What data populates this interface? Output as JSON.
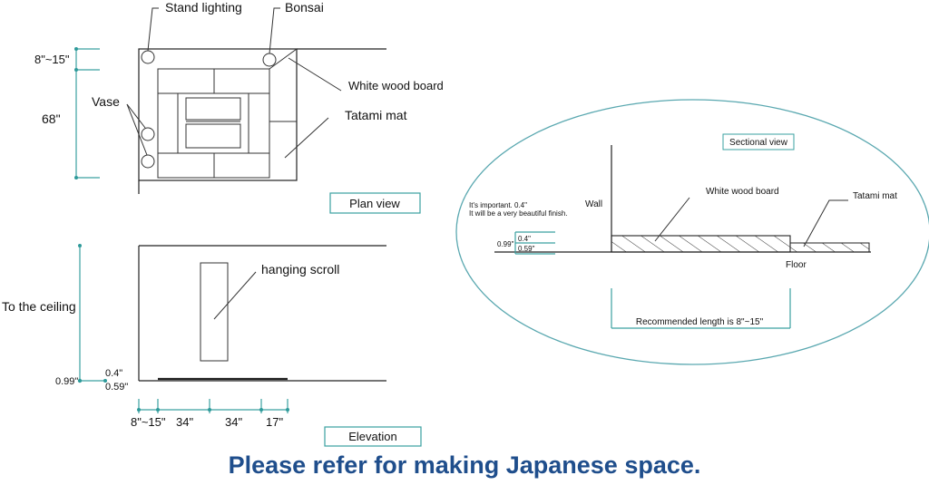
{
  "plan": {
    "stand_lighting": "Stand lighting",
    "bonsai": "Bonsai",
    "vase": "Vase",
    "white_wood_board": "White wood board",
    "tatami_mat": "Tatami mat",
    "dim_top": "8\"~15\"",
    "dim_side": "68\"",
    "view_label": "Plan view"
  },
  "elevation": {
    "hanging_scroll": "hanging scroll",
    "to_ceiling": "To the ceiling",
    "dim_099": "0.99\"",
    "dim_04": "0.4\"",
    "dim_059": "0.59\"",
    "bottom_dims": [
      "8\"~15\"",
      "34\"",
      "34\"",
      "17\""
    ],
    "view_label": "Elevation"
  },
  "section": {
    "view_label": "Sectional view",
    "wall": "Wall",
    "white_wood_board": "White wood board",
    "tatami_mat": "Tatami mat",
    "floor": "Floor",
    "note_line1": "It's important. 0.4\"",
    "note_line2": "It will be a very beautiful finish.",
    "dim_04": "0.4\"",
    "dim_099": "0.99\"",
    "dim_059": "0.59\"",
    "recommended": "Recommended length is 8\"~15\""
  },
  "caption": "Please refer for making Japanese space.",
  "colors": {
    "dimension": "#3aa0a0",
    "caption": "#1f4e8c",
    "ellipse": "#5aa8b0"
  }
}
